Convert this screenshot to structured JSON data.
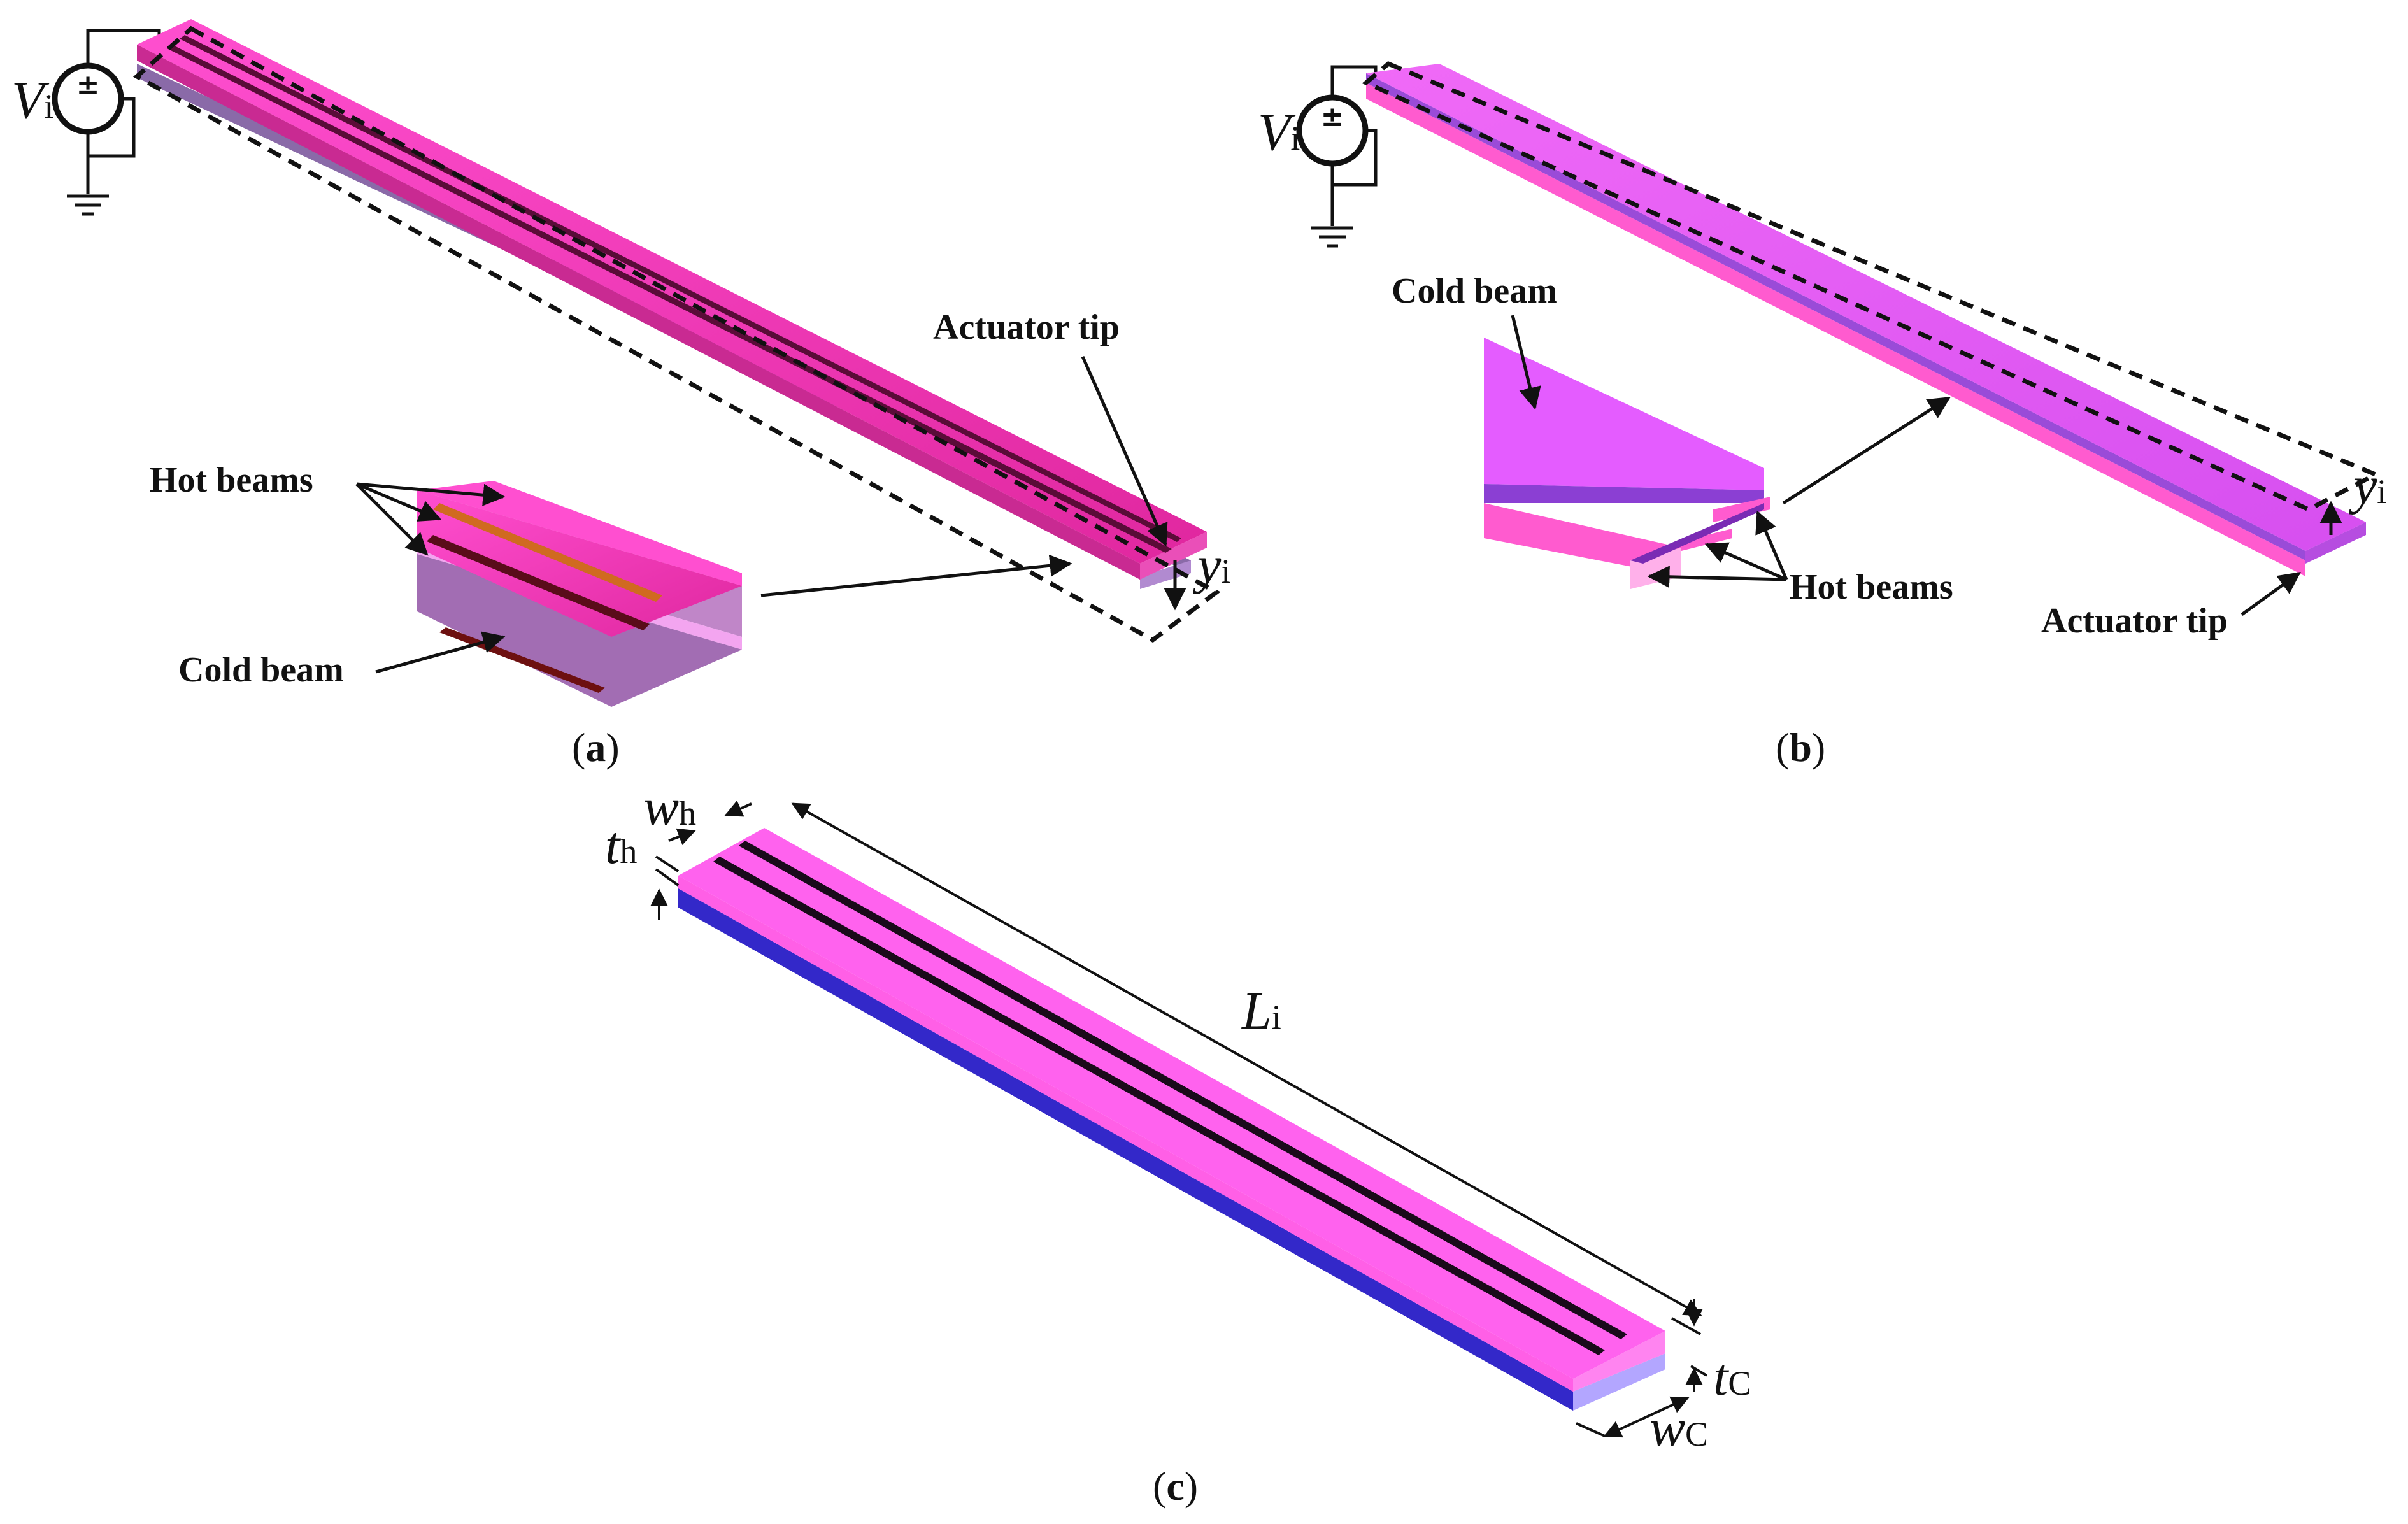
{
  "panel_a": {
    "caption": "a",
    "source_label": "V",
    "source_sub": "i",
    "actuator_tip": "Actuator tip",
    "hot_beams": "Hot beams",
    "cold_beam": "Cold beam",
    "deflection_symbol": "y",
    "deflection_sub": "i"
  },
  "panel_b": {
    "caption": "b",
    "source_label": "V",
    "source_sub": "i",
    "cold_beam": "Cold beam",
    "hot_beams": "Hot beams",
    "actuator_tip": "Actuator tip",
    "deflection_symbol": "y",
    "deflection_sub": "i"
  },
  "panel_c": {
    "caption": "c",
    "hot_width_symbol": "w",
    "hot_width_sub": "h",
    "hot_thickness_symbol": "t",
    "hot_thickness_sub": "h",
    "length_symbol": "L",
    "length_sub": "i",
    "cold_thickness_symbol": "t",
    "cold_thickness_sub": "C",
    "cold_width_symbol": "w",
    "cold_width_sub": "C"
  },
  "colors": {
    "hot_pink": "#ff3ec8",
    "magenta_top": "#ff5fe6",
    "violet": "#e35cff",
    "blue_layer": "#3d34d6",
    "dark_slot": "#1a0a1a"
  }
}
